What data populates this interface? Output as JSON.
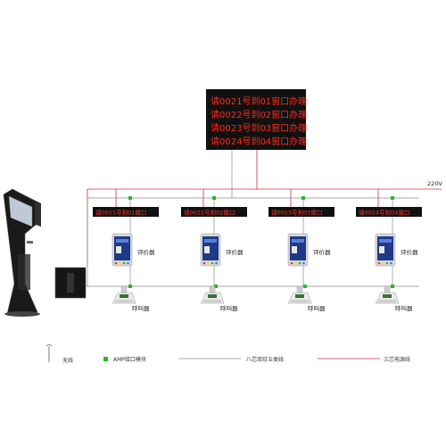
{
  "main_display": {
    "lines": [
      "请0021号到01窗口办理",
      "请0022号到02窗口办理",
      "请0023号到03窗口办理",
      "请0024号到04窗口办理"
    ]
  },
  "power_label": "220V",
  "windows": [
    {
      "display": "请0021号到01窗口",
      "evaluator_label": "评价器",
      "caller_label": "呼叫器"
    },
    {
      "display": "请0022号到02窗口",
      "evaluator_label": "评价器",
      "caller_label": "呼叫器"
    },
    {
      "display": "请0023号到03窗口",
      "evaluator_label": "评价器",
      "caller_label": "呼叫器"
    },
    {
      "display": "请0024号到04窗口",
      "evaluator_label": "评价器",
      "caller_label": "呼叫器"
    }
  ],
  "legend": {
    "wireless": "无线",
    "amp_module": "AMP接口模块",
    "twisted_pair": "八芯双绞五类线",
    "power_cable": "三芯电源线"
  },
  "colors": {
    "power_line": "#d03030",
    "data_line": "#8a8a8a",
    "amp_module": "#22bb22",
    "led_text": "#ff2a1a",
    "led_bg": "#111111"
  }
}
